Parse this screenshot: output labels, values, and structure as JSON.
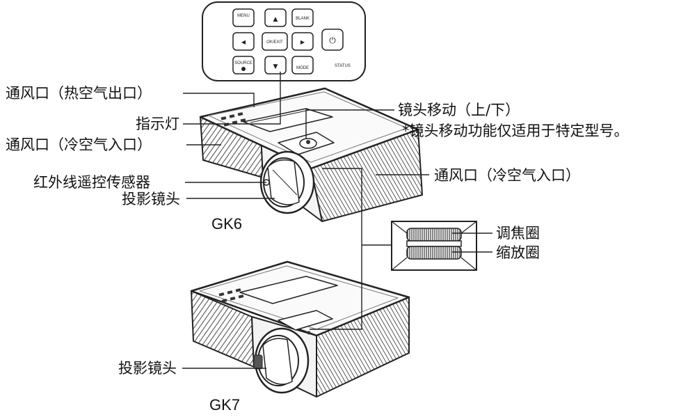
{
  "remote": {
    "buttons": [
      {
        "key": "menu",
        "text": "MENU"
      },
      {
        "key": "up",
        "text": "▲"
      },
      {
        "key": "blank",
        "text": "BLANK"
      },
      {
        "key": "left",
        "text": "◀"
      },
      {
        "key": "ok",
        "text": "OK/EXIT"
      },
      {
        "key": "right",
        "text": "▶"
      },
      {
        "key": "power",
        "text": "⏻"
      },
      {
        "key": "source",
        "text": "SOURCE"
      },
      {
        "key": "down",
        "text": "▼"
      },
      {
        "key": "mode",
        "text": "MODE"
      }
    ],
    "status_text": "STATUS"
  },
  "labels": {
    "vent_hot": "通风口（热空气出口）",
    "indicator": "指示灯",
    "vent_cold_left": "通风口（冷空气入口）",
    "ir_sensor": "红外线遥控传感器",
    "lens_gk6": "投影镜头",
    "lens_shift": "镜头移动（上/下）",
    "lens_shift_note": "*镜头移动功能仅适用于特定型号。",
    "vent_cold_right": "通风口（冷空气入口）",
    "focus_ring": "调焦圈",
    "zoom_ring": "缩放圈",
    "lens_gk7": "投影镜头"
  },
  "models": {
    "gk6": "GK6",
    "gk7": "GK7"
  }
}
